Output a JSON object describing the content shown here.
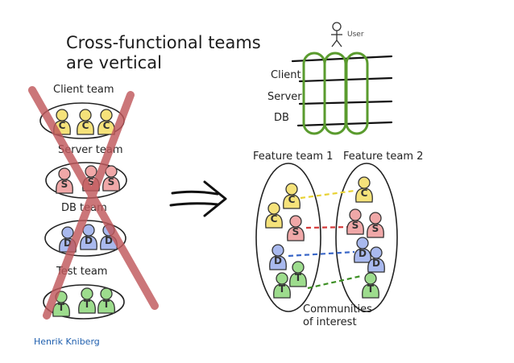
{
  "title_line1": "Cross-functional teams",
  "title_line2": "are vertical",
  "left_teams": [
    {
      "label": "Client team",
      "letters": [
        "C",
        "C",
        "C"
      ],
      "color": "#f5e27a"
    },
    {
      "label": "Server team",
      "letters": [
        "S",
        "S",
        "S"
      ],
      "color": "#f0a8a8"
    },
    {
      "label": "DB team",
      "letters": [
        "D",
        "D",
        "D"
      ],
      "color": "#a9b9ee"
    },
    {
      "label": "Test team",
      "letters": [
        "T",
        "T",
        "T"
      ],
      "color": "#9ddc8d"
    }
  ],
  "layers": {
    "user": "User",
    "client": "Client",
    "server": "Server",
    "db": "DB"
  },
  "feature_teams": {
    "team1": "Feature team 1",
    "team2": "Feature team 2"
  },
  "communities_line1": "Communities",
  "communities_line2": "of interest",
  "credit": "Henrik Kniberg",
  "colors": {
    "client": "#f5e27a",
    "server": "#f0a8a8",
    "db": "#a9b9ee",
    "test": "#9ddc8d",
    "cross": "#c0585c",
    "vertical_loops": "#5a9b2e",
    "credit": "#1f5fae"
  },
  "icons": [
    "person-icon",
    "arrow-icon",
    "cross-out-mark"
  ]
}
